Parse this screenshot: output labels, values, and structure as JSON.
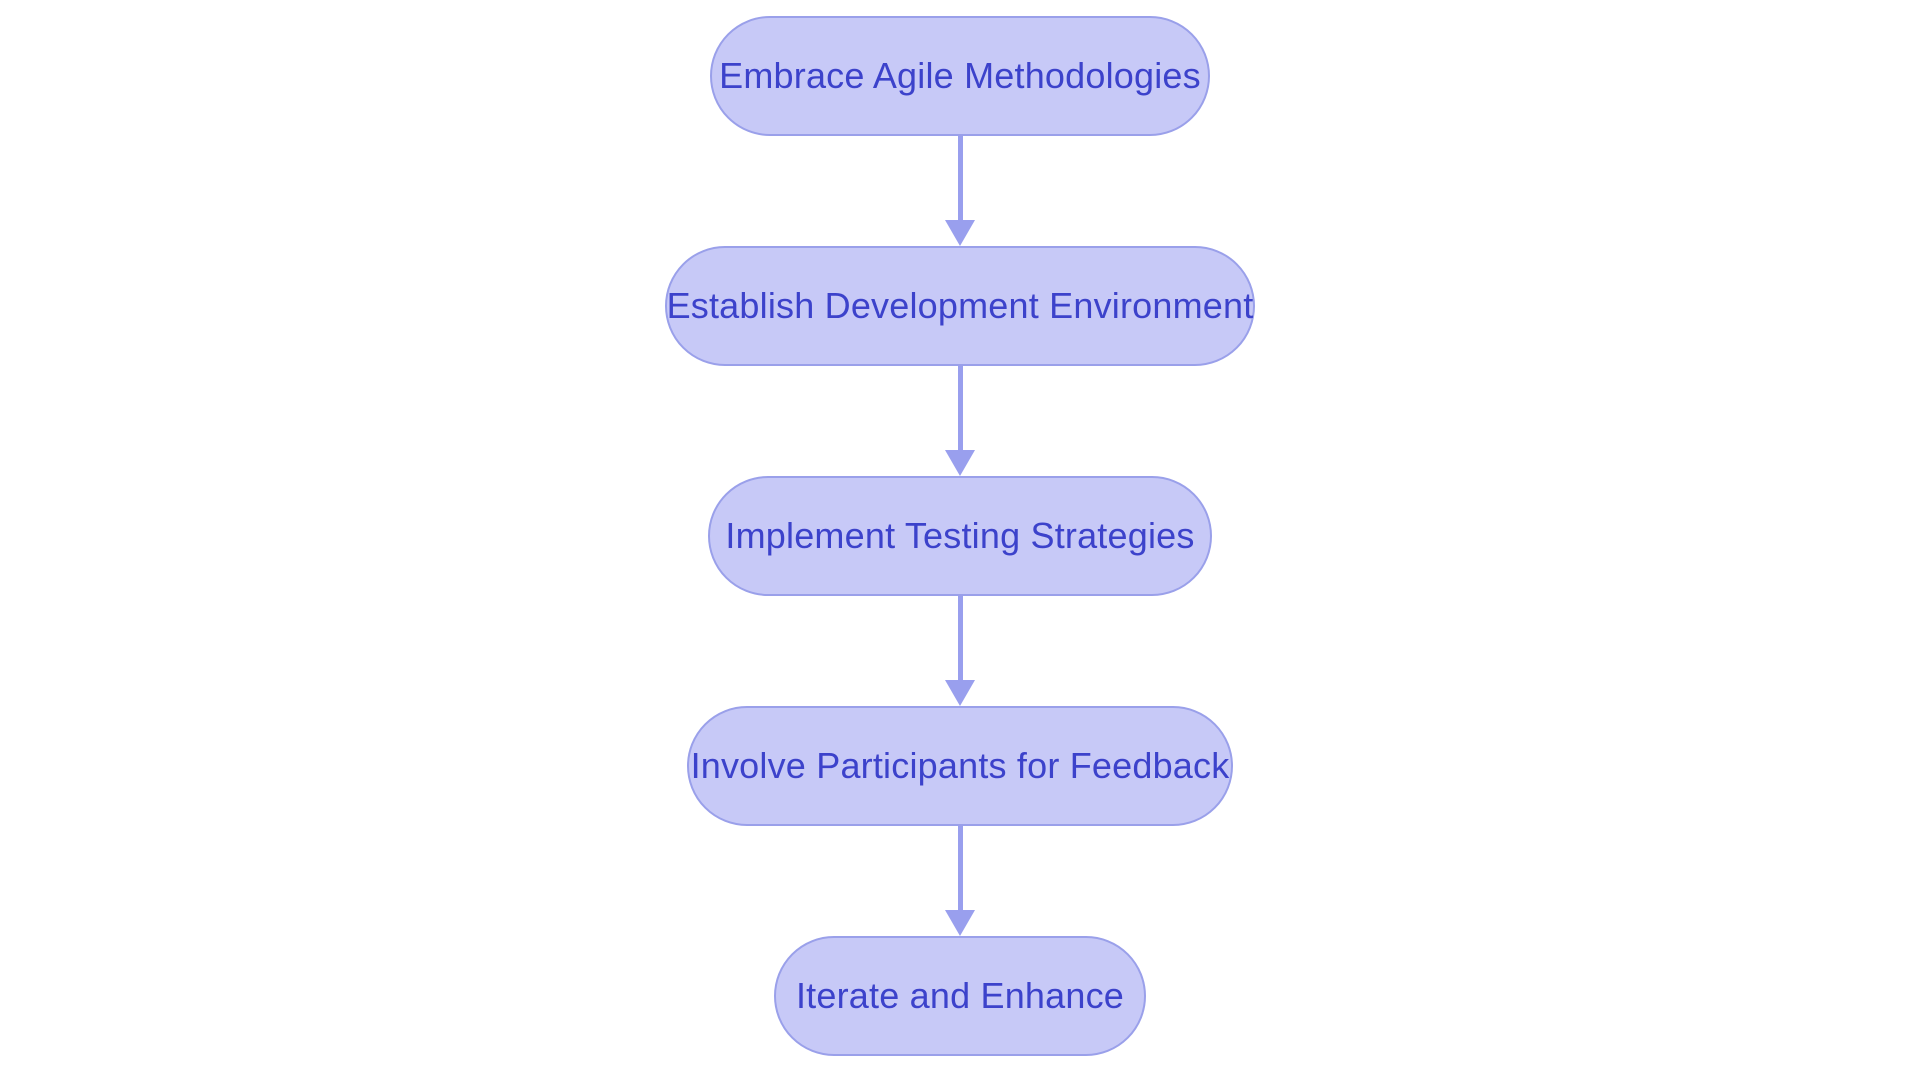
{
  "diagram": {
    "type": "flowchart",
    "direction": "top-down",
    "nodes": [
      {
        "id": "n1",
        "label": "Embrace Agile Methodologies"
      },
      {
        "id": "n2",
        "label": "Establish Development Environment"
      },
      {
        "id": "n3",
        "label": "Implement Testing Strategies"
      },
      {
        "id": "n4",
        "label": "Involve Participants for Feedback"
      },
      {
        "id": "n5",
        "label": "Iterate and Enhance"
      }
    ],
    "edges": [
      {
        "from": "n1",
        "to": "n2"
      },
      {
        "from": "n2",
        "to": "n3"
      },
      {
        "from": "n3",
        "to": "n4"
      },
      {
        "from": "n4",
        "to": "n5"
      }
    ]
  },
  "theme": {
    "background": "#ffffff",
    "node_fill": "#c7c9f7",
    "node_border": "#9aa0ea",
    "node_text": "#3c42cb",
    "arrow": "#999fee"
  }
}
